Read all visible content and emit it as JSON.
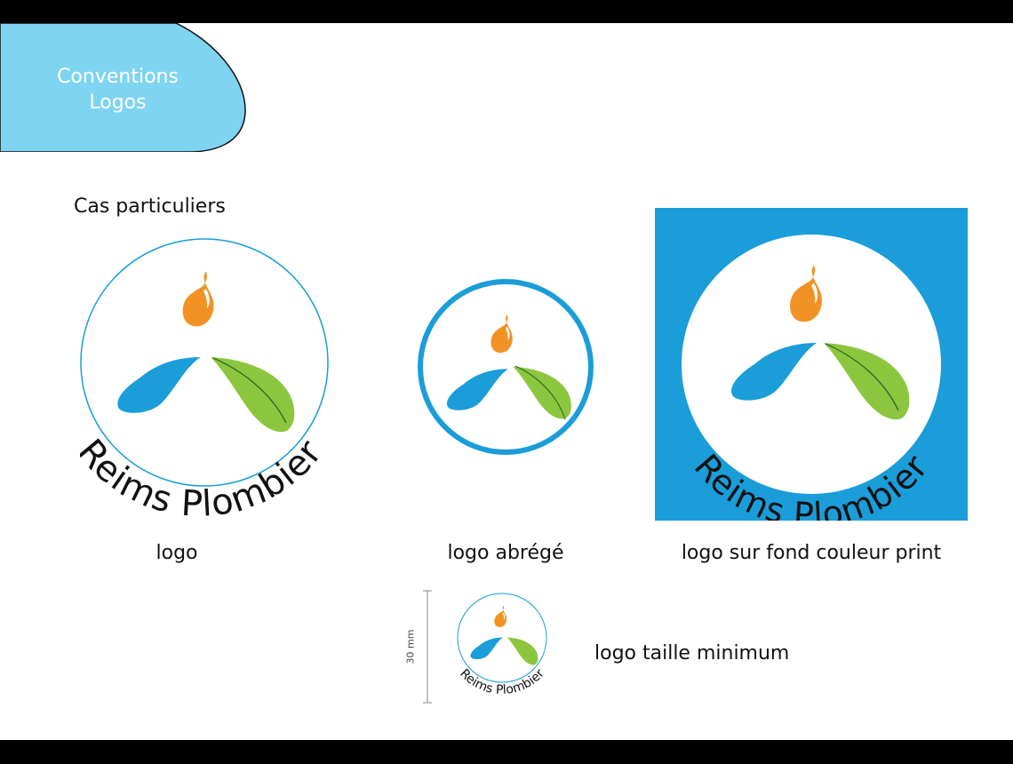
{
  "header": {
    "tab_title_line1": "Conventions",
    "tab_title_line2": "Logos"
  },
  "section_title": "Cas particuliers",
  "brand": {
    "name": "Reims Plombier",
    "colors": {
      "tab": "#7fd4f1",
      "ring": "#1a9dd9",
      "background_square": "#1a9dd9",
      "flame": "#f39224",
      "water_drop": "#1a9dd9",
      "leaf": "#8cc63e",
      "leaf_vein": "#2b5e2b",
      "text": "#111111"
    }
  },
  "variants": [
    {
      "label": "logo"
    },
    {
      "label": "logo abrégé"
    },
    {
      "label": "logo sur fond couleur print"
    },
    {
      "label": "logo taille minimum",
      "dimension_label": "30 mm"
    }
  ]
}
